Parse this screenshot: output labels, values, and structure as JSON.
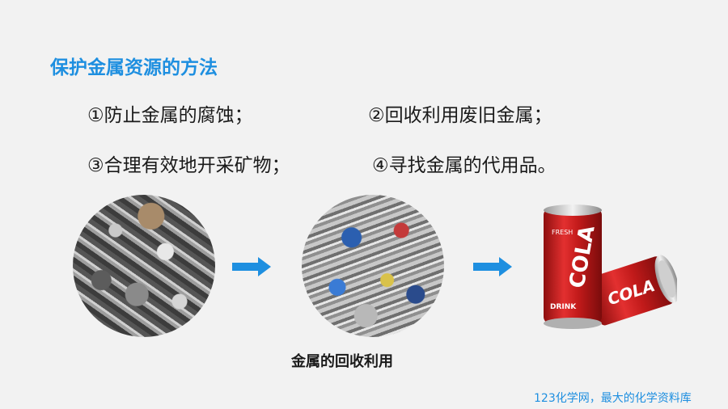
{
  "title": "保护金属资源的方法",
  "methods": [
    "①防止金属的腐蚀；",
    "②回收利用废旧金属；",
    "③合理有效地开采矿物；",
    "④寻找金属的代用品。"
  ],
  "images": {
    "scrap_metal": "scrap-metal-photo",
    "compressed_cans": "compressed-cans-photo",
    "cola_cans": "cola-cans-photo",
    "can_text_1": "COLA",
    "can_text_2": "DRINK",
    "can_text_3": "FRESH"
  },
  "caption": "金属的回收利用",
  "footer": "123化学网，最大的化学资料库",
  "colors": {
    "accent": "#1e8fe0",
    "can_red": "#d21f1f"
  }
}
